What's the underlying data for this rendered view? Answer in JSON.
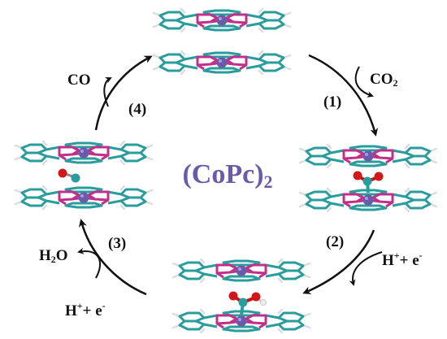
{
  "center_title": {
    "text": "(CoPc)",
    "subscript": "2"
  },
  "steps": [
    {
      "label": "(1)"
    },
    {
      "label": "(2)"
    },
    {
      "label": "(3)"
    },
    {
      "label": "(4)"
    }
  ],
  "species": {
    "co2": {
      "main": "CO",
      "sub": "2"
    },
    "co": {
      "main": "CO"
    },
    "h2o": {
      "pre": "H",
      "sub": "2",
      "post": "O"
    },
    "proton_electron_right": {
      "h": "H",
      "hplus": "+",
      "plus_e": "+ e",
      "eminus": "-"
    },
    "proton_electron_left": {
      "h": "H",
      "hplus": "+",
      "plus_e": "+ e",
      "eminus": "-"
    }
  },
  "colors": {
    "carbon_teal": "#2b9c9c",
    "ring_magenta": "#c0308a",
    "cobalt_purple": "#6a5aa8",
    "oxygen_red": "#d01818",
    "hydrogen_white": "#e8e8e8",
    "title_purple": "#6a5aaa",
    "arrow_black": "#111111"
  }
}
